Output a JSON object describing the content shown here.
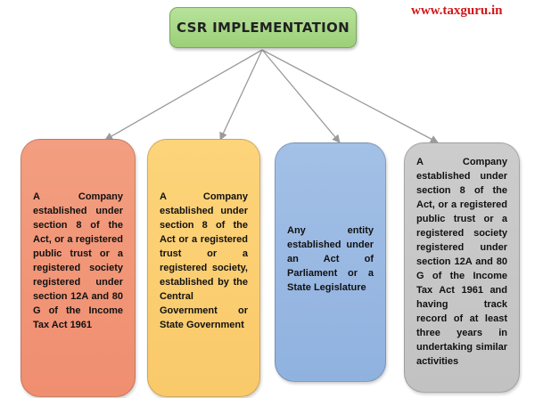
{
  "diagram": {
    "title": "CSR IMPLEMENTATION",
    "watermark": "www.taxguru.in",
    "entities": [
      {
        "text": "A Company established under section 8 of the Act, or a registered public trust or a registered society registered under section 12A and 80 G of the Income Tax Act 1961"
      },
      {
        "text": "A Company established under section 8 of the Act or a registered trust or a registered society, established by the Central Government or State Government"
      },
      {
        "text": "Any entity established under an Act of Parliament or a State Legislature"
      },
      {
        "text": "A Company established under section 8 of the Act, or a registered public trust or a registered society registered under section 12A and 80 G of the Income Tax Act 1961 and having track record of at least three years in undertaking similar activities"
      }
    ]
  }
}
